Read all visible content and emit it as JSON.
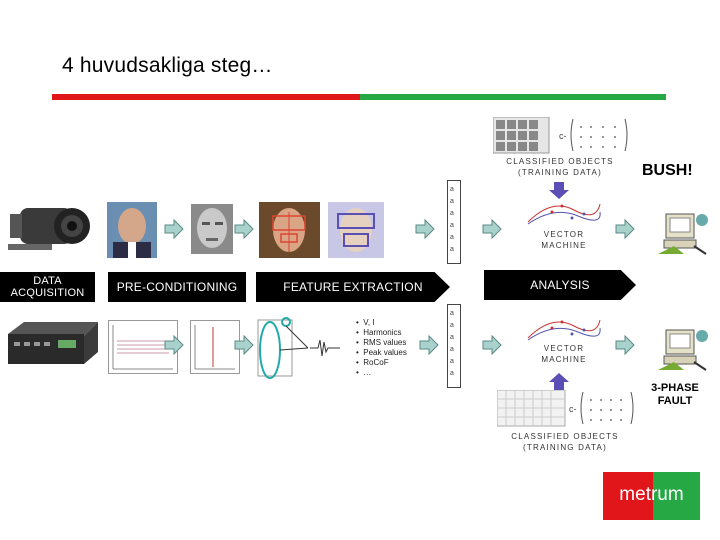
{
  "slide": {
    "title": "4 huvudsakliga steg…",
    "stages": {
      "acquisition": "DATA ACQUISITION",
      "preconditioning": "PRE-CONDITIONING",
      "feature_extraction": "FEATURE EXTRACTION",
      "analysis": "ANALYSIS"
    },
    "top_row": {
      "training_caption": "CLASSIFIED OBJECTS (TRAINING DATA)",
      "svm_label": "VECTOR MACHINE",
      "result": "BUSH!"
    },
    "bottom_row": {
      "features": [
        "V, I",
        "Harmonics",
        "RMS values",
        "Peak values",
        "RoCoF",
        "…"
      ],
      "svm_label": "VECTOR MACHINE",
      "training_caption": "CLASSIFIED OBJECTS (TRAINING DATA)",
      "result": "3-PHASE FAULT"
    },
    "logo": "metrum"
  },
  "colors": {
    "red": "#e0161b",
    "green": "#26a844",
    "arrow": "#a9d2cc",
    "arrow_purple": "#5b4fb5"
  }
}
